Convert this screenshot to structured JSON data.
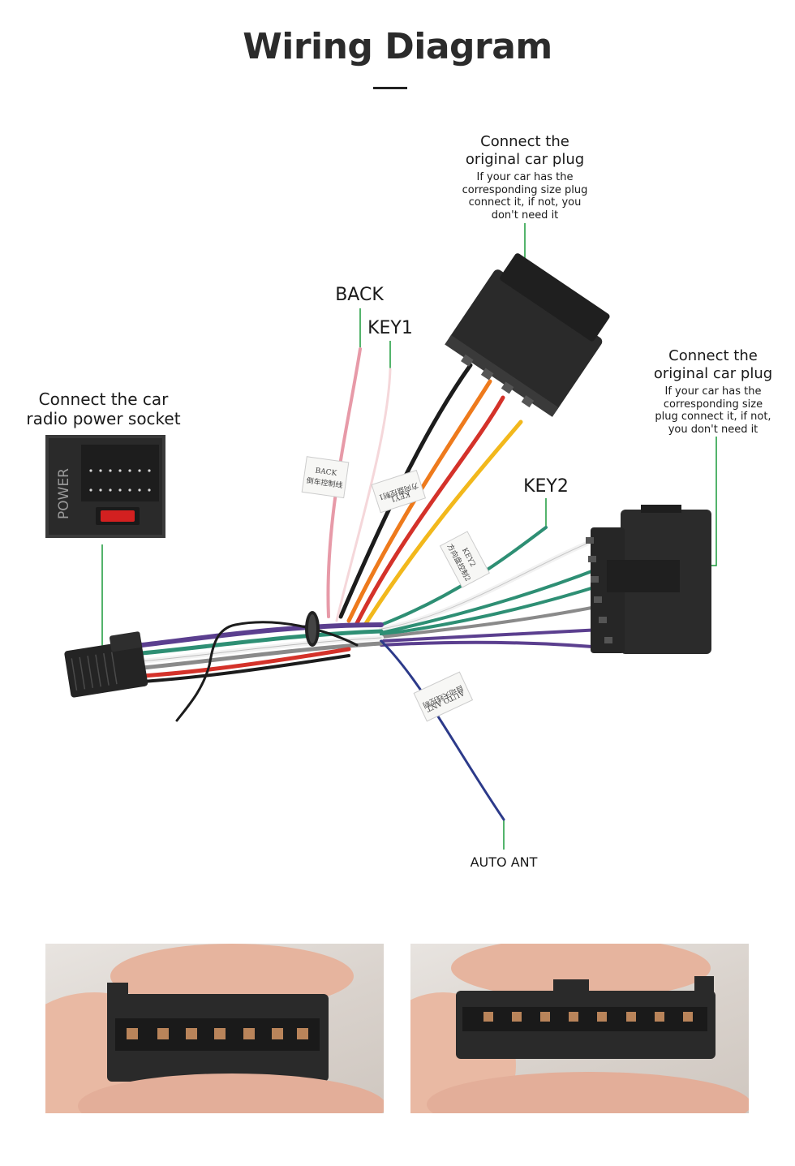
{
  "header": {
    "title": "Wiring Diagram"
  },
  "labels": {
    "plug_top": {
      "heading": "Connect the original car plug",
      "note": "If your car has the corresponding size plug connect it, if not, you don't need it"
    },
    "plug_right": {
      "heading": "Connect the original car plug",
      "note": "If your car has the corresponding size plug connect it, if not, you don't need it"
    },
    "power_socket": "Connect the car radio power socket",
    "power_badge": "POWER",
    "back": "BACK",
    "key1": "KEY1",
    "key2": "KEY2",
    "auto_ant": "AUTO ANT"
  },
  "tags": {
    "back": "BACK 倒车控制线",
    "key1": "方向盘控制1 KEY1",
    "key2": "KEY2 方向盘控制2",
    "auto_ant": "自动天线控制 AUTO ANT"
  },
  "colors": {
    "leader": "#1a9a3a",
    "wire_black": "#1c1c1c",
    "wire_red": "#d4322a",
    "wire_orange": "#ee7a1c",
    "wire_yellow": "#f2b81c",
    "wire_pink": "#e79aa8",
    "wire_green": "#2e8f74",
    "wire_white": "#f2f2f2",
    "wire_gray": "#8a8a8a",
    "wire_purple": "#5b3f8f",
    "wire_blue": "#2c3a8a"
  }
}
